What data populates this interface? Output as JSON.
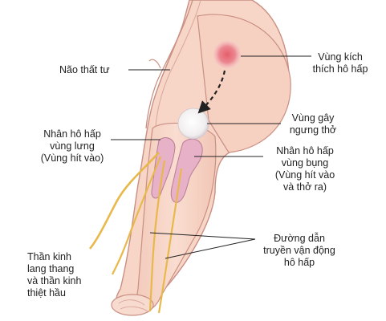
{
  "labels": {
    "ventricle": "Não thất tư",
    "stimulating_area": [
      "Vùng kích",
      "thích hô hấp"
    ],
    "apneustic_area": [
      "Vùng gây",
      "ngưng thở"
    ],
    "dorsal_group": [
      "Nhân hô hấp",
      "vùng lưng",
      "(Vùng hít vào)"
    ],
    "ventral_group": [
      "Nhân hô hấp",
      "vùng bụng",
      "(Vùng hít vào",
      "và thở ra)"
    ],
    "motor_pathways": [
      "Đường dẫn",
      "truyền vận động",
      "hô hấp"
    ],
    "nerves": [
      "Thần kinh",
      "lang thang",
      "và thần kinh",
      "thiệt hầu"
    ]
  },
  "colors": {
    "tissue_fill": "#f7d6c8",
    "tissue_outline": "#c98f82",
    "stimulating_spot": "#e8707a",
    "apneustic_spot": "#f2eef0",
    "nucleus_fill": "#e7b2c8",
    "nerve": "#e8b84a",
    "leader_line": "#222222"
  },
  "icons": {
    "arrow": "dashed-down-arrow"
  }
}
